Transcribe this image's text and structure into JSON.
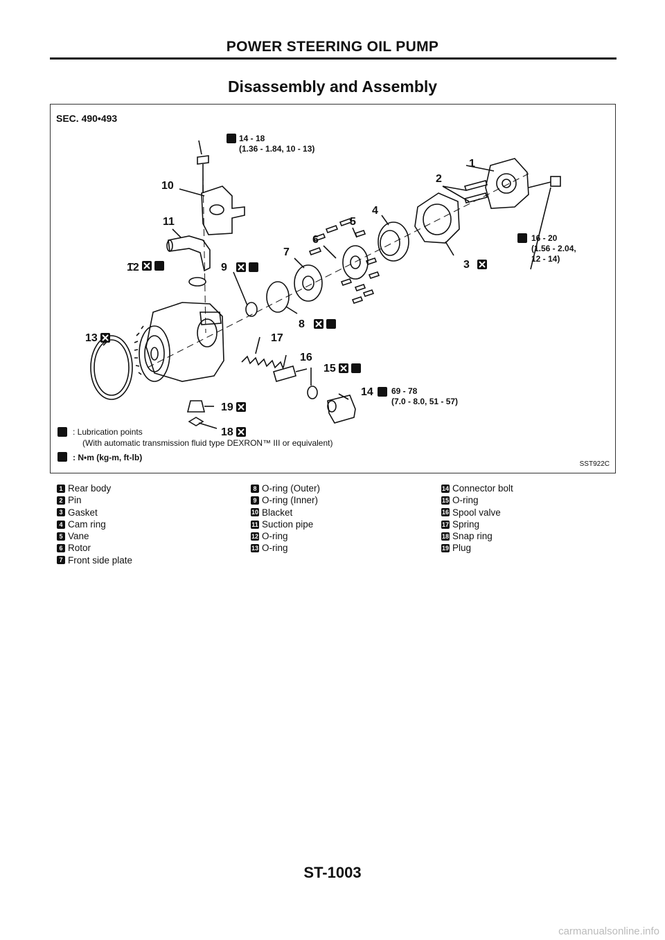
{
  "header": {
    "title": "POWER STEERING OIL PUMP"
  },
  "section": {
    "title": "Disassembly and Assembly"
  },
  "figure": {
    "sec_label": "SEC. 490•493",
    "code": "SST922C",
    "torques": [
      {
        "value": "14 - 18",
        "detail": "(1.36 - 1.84, 10 - 13)"
      },
      {
        "value": "16 - 20",
        "detail": "(1.56 - 2.04,",
        "detail2": "12 - 14)"
      },
      {
        "value": "69 - 78",
        "detail": "(7.0 - 8.0, 51 - 57)"
      }
    ],
    "callouts": [
      "1",
      "2",
      "3",
      "4",
      "5",
      "6",
      "7",
      "8",
      "9",
      "10",
      "11",
      "12",
      "13",
      "14",
      "15",
      "16",
      "17",
      "18",
      "19"
    ],
    "key_lubrication": ": Lubrication points",
    "key_lubrication_detail": "(With automatic transmission fluid type DEXRON™ III or equivalent)",
    "key_torque": ": N•m (kg-m, ft-lb)"
  },
  "legend": {
    "col1": [
      {
        "num": "1",
        "label": "Rear body"
      },
      {
        "num": "2",
        "label": "Pin"
      },
      {
        "num": "3",
        "label": "Gasket"
      },
      {
        "num": "4",
        "label": "Cam ring"
      },
      {
        "num": "5",
        "label": "Vane"
      },
      {
        "num": "6",
        "label": "Rotor"
      },
      {
        "num": "7",
        "label": "Front side plate"
      }
    ],
    "col2": [
      {
        "num": "8",
        "label": "O-ring (Outer)"
      },
      {
        "num": "9",
        "label": "O-ring (Inner)"
      },
      {
        "num": "10",
        "label": "Blacket"
      },
      {
        "num": "11",
        "label": "Suction pipe"
      },
      {
        "num": "12",
        "label": "O-ring"
      },
      {
        "num": "13",
        "label": "O-ring"
      }
    ],
    "col3": [
      {
        "num": "14",
        "label": "Connector bolt"
      },
      {
        "num": "15",
        "label": "O-ring"
      },
      {
        "num": "16",
        "label": "Spool valve"
      },
      {
        "num": "17",
        "label": "Spring"
      },
      {
        "num": "18",
        "label": "Snap ring"
      },
      {
        "num": "19",
        "label": "Plug"
      }
    ]
  },
  "footer": {
    "page_code": "ST-1003"
  },
  "watermark": "carmanualsonline.info"
}
